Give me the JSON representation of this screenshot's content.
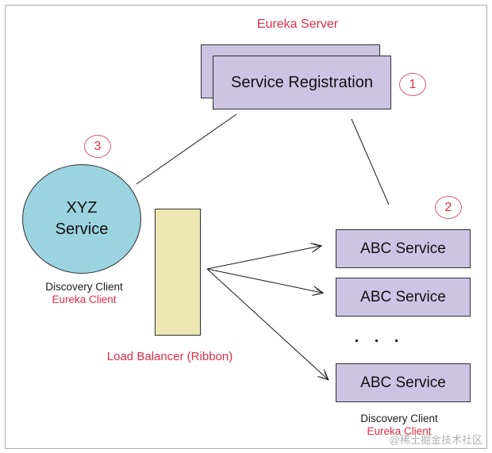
{
  "diagram": {
    "title": "Eureka Server",
    "server": {
      "box_label": "Service Registration",
      "step_badge": "1"
    },
    "consumer": {
      "name_line1": "XYZ",
      "name_line2": "Service",
      "caption1": "Discovery Client",
      "caption2": "Eureka Client",
      "step_badge": "3"
    },
    "load_balancer": {
      "label": "Load Balancer (Ribbon)"
    },
    "providers": {
      "step_badge": "2",
      "boxes": [
        "ABC Service",
        "ABC Service",
        "ABC Service"
      ],
      "ellipsis": ". . .",
      "caption1": "Discovery Client",
      "caption2": "Eureka Client"
    },
    "watermark": "@稀土掘金技术社区",
    "colors": {
      "red_text": "#e02e44",
      "badge_stroke": "#d85a6e",
      "lavender_box": "#cdc4e4",
      "cyan_circle": "#9bd3e1",
      "khaki_rect": "#eee6b0",
      "edge_line": "#1a1a1a",
      "frame_border": "#aaaaaa",
      "watermark_gray": "#b3b1b1"
    }
  }
}
